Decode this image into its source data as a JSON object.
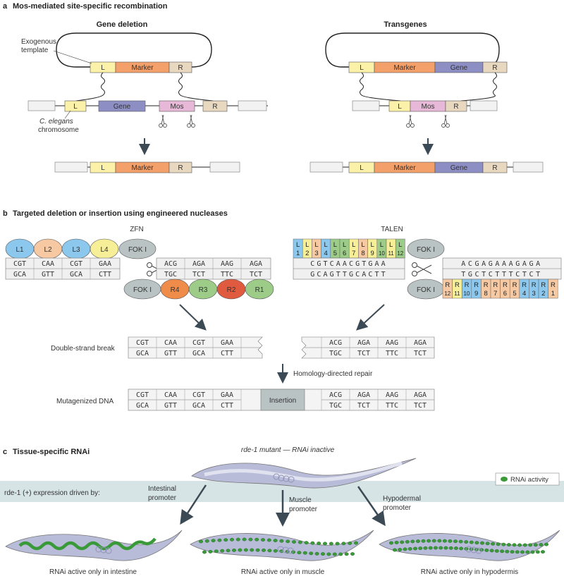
{
  "panel_a": {
    "letter": "a",
    "title": "Mos-mediated site-specific recombination",
    "left_title": "Gene deletion",
    "right_title": "Transgenes",
    "exogenous_template": [
      "Exogenous",
      "template"
    ],
    "chromosome_label": [
      "C. elegans",
      "chromosome"
    ],
    "L": "L",
    "R": "R",
    "Marker": "Marker",
    "Gene": "Gene",
    "Mos": "Mos"
  },
  "panel_b": {
    "letter": "b",
    "title": "Targeted deletion or insertion using engineered nucleases",
    "zfn_label": "ZFN",
    "talen_label": "TALEN",
    "zfn_top": [
      "L1",
      "L2",
      "L3",
      "L4"
    ],
    "zfn_bottom": [
      "R4",
      "R3",
      "R2",
      "R1"
    ],
    "fok": "FOK I",
    "dna_left_top": [
      "CGT",
      "CAA",
      "CGT",
      "GAA"
    ],
    "dna_left_bottom": [
      "GCA",
      "GTT",
      "GCA",
      "CTT"
    ],
    "dna_right_top": [
      "ACG",
      "AGA",
      "AAG",
      "AGA"
    ],
    "dna_right_bottom": [
      "TGC",
      "TCT",
      "TTC",
      "TCT"
    ],
    "talen_top_nums": [
      "1",
      "2",
      "3",
      "4",
      "5",
      "6",
      "7",
      "8",
      "9",
      "10",
      "11",
      "12"
    ],
    "talen_top_seq": "CGTCAACGTGAA",
    "talen_top_seq2": "GCAGTTGCACTT",
    "talen_right_seq": "ACGAGAAAGAGA",
    "talen_right_seq2": "TGCTCTTTCTCT",
    "talen_bottom_nums": [
      "12",
      "11",
      "10",
      "9",
      "8",
      "7",
      "6",
      "5",
      "4",
      "3",
      "2",
      "1"
    ],
    "double_strand_break": "Double-strand break",
    "hdr": "Homology-directed repair",
    "mutagenized": "Mutagenized DNA",
    "insertion": "Insertion"
  },
  "panel_c": {
    "letter": "c",
    "title": "Tissue-specific RNAi",
    "mutant": "rde-1 mutant — RNAi inactive",
    "expression": "rde-1 (+) expression driven by:",
    "legend": "RNAi activity",
    "promoters": [
      [
        "Intestinal",
        "promoter"
      ],
      [
        "Muscle",
        "promoter"
      ],
      [
        "Hypodermal",
        "promoter"
      ]
    ],
    "results": [
      "RNAi active only in intestine",
      "RNAi active only in muscle",
      "RNAi active only in hypodermis"
    ]
  },
  "colors": {
    "L": "#fbf1a8",
    "R": "#e8d8c0",
    "Marker": "#f4a06a",
    "Gene": "#8d8fc4",
    "Mos": "#e8b8d8",
    "nuclease": "#b9c3c3",
    "worm": "#b8bcd8",
    "rnai_dot": "#3a9a3a",
    "band": "#d6e4e6"
  }
}
